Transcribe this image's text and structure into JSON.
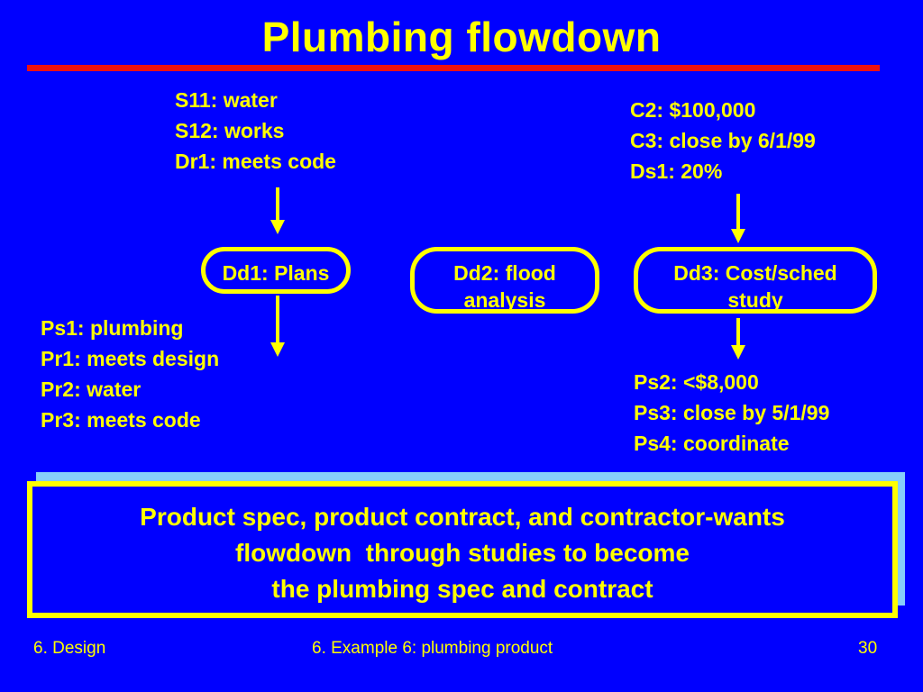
{
  "slide": {
    "title": "Plumbing flowdown",
    "colors": {
      "background": "#0000FF",
      "text": "#FFFF00",
      "rule": "#EE1111",
      "shadow": "#87CEFA"
    }
  },
  "diagram": {
    "top_left_requirements": [
      "S11: water",
      "S12: works",
      "Dr1: meets code"
    ],
    "top_right_requirements": [
      "C2: $100,000",
      "C3: close by 6/1/99",
      "Ds1: 20%"
    ],
    "nodes": {
      "plans": [
        "Dd1: Plans"
      ],
      "flood": [
        "Dd2: flood",
        "analysis"
      ],
      "cost": [
        "Dd3: Cost/sched",
        "study"
      ]
    },
    "bottom_left_outputs": [
      "Ps1: plumbing",
      "Pr1: meets design",
      "Pr2: water",
      "Pr3: meets code"
    ],
    "bottom_right_outputs": [
      "Ps2: <$8,000",
      "Ps3: close by 5/1/99",
      "Ps4: coordinate"
    ]
  },
  "banner": {
    "lines": [
      "Product spec, product contract, and contractor-wants",
      "flowdown  through studies to become",
      "the plumbing spec and contract"
    ]
  },
  "footer": {
    "left": "6. Design",
    "center": "6. Example 6: plumbing product",
    "page": "30"
  }
}
